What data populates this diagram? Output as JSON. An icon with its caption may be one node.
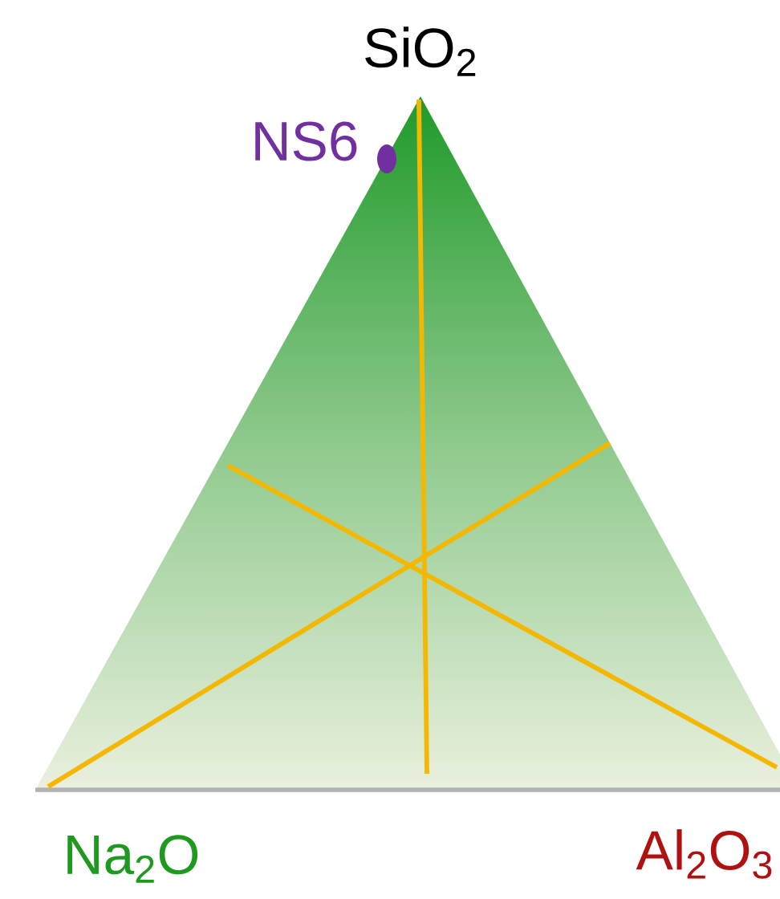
{
  "diagram": {
    "labels": [
      "SiO$_{2}$",
      "NS6",
      "Na$_{2}$O",
      "Al$_{2}$O$_{3}$"
    ]
  }
}
